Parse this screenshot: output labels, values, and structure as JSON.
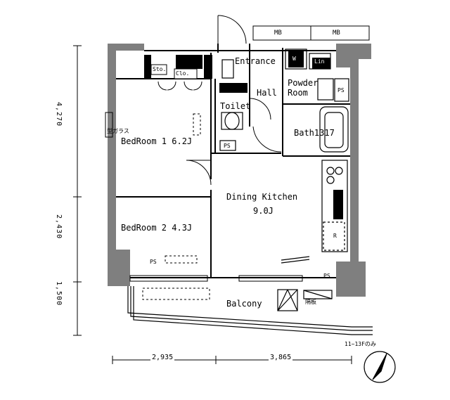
{
  "floorplan": {
    "rooms": {
      "entrance": "Entrance",
      "hall": "Hall",
      "toilet": "Toilet",
      "powder_room_line1": "Powder",
      "powder_room_line2": "Room",
      "bath": "Bath1317",
      "bedroom1": "BedRoom 1 6.2J",
      "bedroom2": "BedRoom 2 4.3J",
      "dining_kitchen_line1": "Dining Kitchen",
      "dining_kitchen_line2": "9.0J",
      "balcony": "Balcony"
    },
    "fixtures": {
      "mb_left": "MB",
      "mb_right": "MB",
      "storage": "Sto.",
      "closet": "Clo.",
      "ps_powder": "PS",
      "ps_toilet": "PS",
      "ps_bedroom2": "PS",
      "ps_balcony": "PS",
      "washer": "W",
      "linen": "Lin",
      "fridge": "R",
      "window_note": "型ガラス",
      "balcony_note": "隔板",
      "floor_note": "11~13Fのみ"
    },
    "dimensions": {
      "left_top": "4,270",
      "left_mid": "2,430",
      "left_bottom": "1,500",
      "bottom_left": "2,935",
      "bottom_right": "3,865"
    }
  }
}
